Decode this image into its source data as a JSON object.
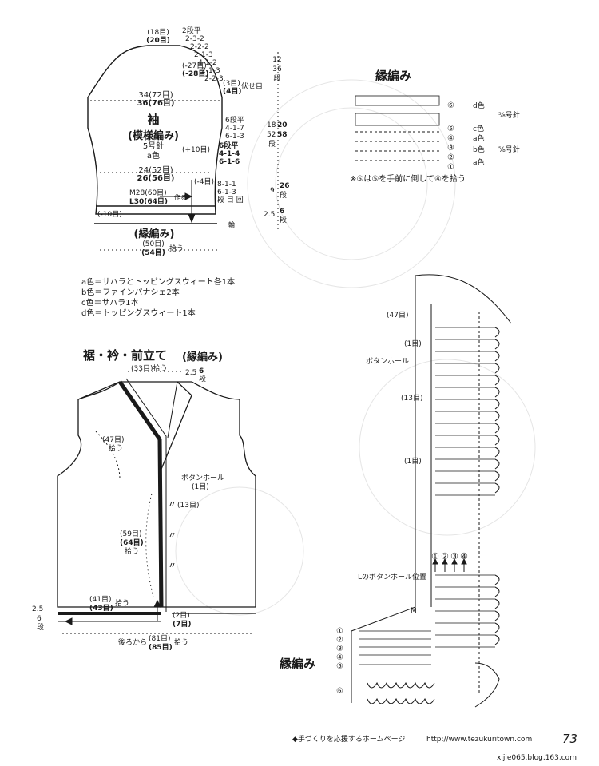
{
  "sleeve": {
    "top_st_a": "(18目)",
    "top_st_b": "(20目)",
    "cap_rows": [
      "2段平",
      "2-3-2",
      "2-2-2",
      "2-1-3",
      "4-1-2",
      "2-1-3",
      "2-2-3"
    ],
    "cap_side_a": "(-27目)",
    "cap_side_b": "(-28目)",
    "sew_a": "(3目)",
    "sew_b": "(4目)",
    "sew_label": "伏せ目",
    "width_a": "34(72目)",
    "width_b": "36(76目)",
    "title": "袖",
    "pattern": "(模様編み)",
    "needle": "5号針",
    "color": "a色",
    "inc_rows": [
      "6段平",
      "4-1-7",
      "6-1-3"
    ],
    "inc_rows_b": [
      "6段平",
      "4-1-4",
      "6-1-6"
    ],
    "inc_count": "(+10目)",
    "lower_a": "24(52目)",
    "lower_b": "26(56目)",
    "dec_count": "(-4目)",
    "cuff_a": "M28(60目)",
    "cuff_b": "L30(64目)",
    "cuff_make": "作る",
    "dec_rows": [
      "8-1-1",
      "6-1-3",
      "段 目 回"
    ],
    "minus10": "(-10目)",
    "border": "(縁編み)",
    "ring": "輪",
    "pick_a": "(50目)",
    "pick_b": "(54目)",
    "pick_label": "拾う",
    "dims": [
      "12",
      "36",
      "段",
      "18",
      "20",
      "52",
      "58",
      "段",
      "9",
      "26",
      "段",
      "2.5",
      "6",
      "段"
    ]
  },
  "colors_key": [
    "a色＝サハラとトッピングスウィート各1本",
    "b色＝ファインパナシェ2本",
    "c色＝サハラ1本",
    "d色＝トッピングスウィート1本"
  ],
  "edge_chart": {
    "title": "縁編み",
    "rows": [
      "⑥",
      "⑤",
      "④",
      "③",
      "②",
      "①"
    ],
    "colors": [
      "d色",
      "c色",
      "a色",
      "b色",
      "a色"
    ],
    "needle_a": "⅝号針",
    "needle_b": "⅝号針",
    "note": "※⑥は⑤を手前に倒して④を拾う"
  },
  "front": {
    "title": "裾・衿・前立て",
    "title_sub": "(縁編み)",
    "collar_pick": "(33目)拾う",
    "collar_rows": [
      "2.5",
      "6",
      "段"
    ],
    "side_a": "(47目)",
    "side_label": "拾う",
    "buttonhole": "ボタンホール",
    "buttonhole_n": "(1目)",
    "gap_13": "(13目)",
    "front_a": "(59目)",
    "front_b": "(64目)",
    "front_label": "拾う",
    "hem_rows": [
      "2.5",
      "6",
      "段"
    ],
    "hem_a": "(41目)",
    "hem_b": "(43目)",
    "hem_label": "拾う",
    "corner_a": "(2目)",
    "corner_b": "(7目)",
    "back_label": "後ろから",
    "back_a": "(81目)",
    "back_b": "(85目)",
    "back_pick": "拾う"
  },
  "big_chart": {
    "l47": "(47目)",
    "l1a": "(1目)",
    "buttonhole": "ボタンホール",
    "l13": "(13目)",
    "l1b": "(1目)",
    "nums": [
      "①",
      "②",
      "③",
      "④"
    ],
    "l_buttonhole_pos": "Lのボタンホール位置",
    "m_label": "M",
    "left_nums": [
      "①",
      "②",
      "③",
      "④",
      "⑤",
      "⑥"
    ],
    "title": "縁編み"
  },
  "footer": {
    "homepage": "◆手づくりを応援するホームページ",
    "url": "http://www.tezukuritown.com",
    "page": "73",
    "blog": "xijie065.blog.163.com"
  }
}
